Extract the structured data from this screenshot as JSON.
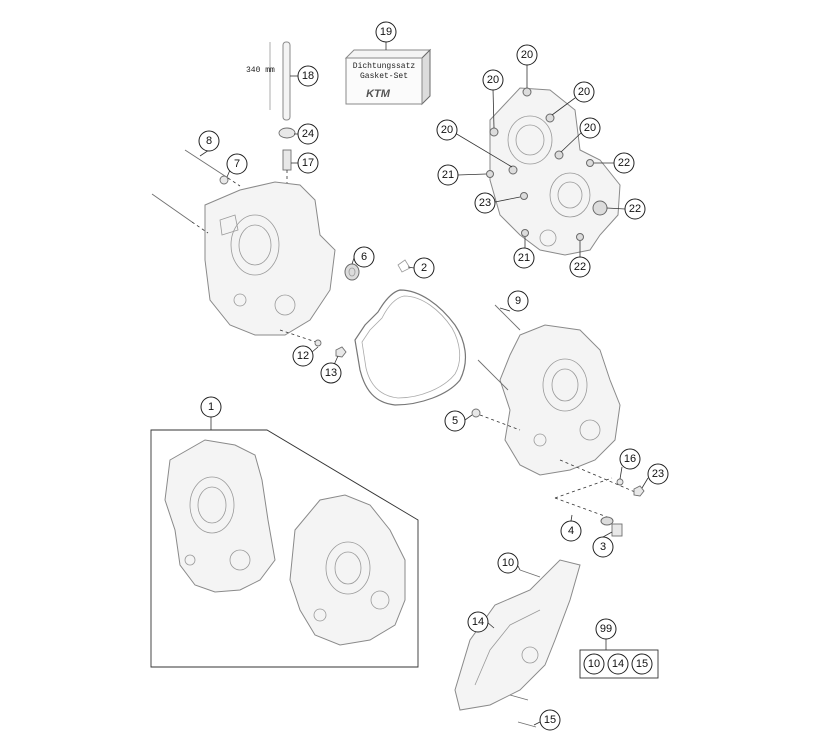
{
  "diagram": {
    "callouts": [
      {
        "id": "c-19",
        "label": "19"
      },
      {
        "id": "c-18",
        "label": "18"
      },
      {
        "id": "c-24",
        "label": "24"
      },
      {
        "id": "c-17",
        "label": "17"
      },
      {
        "id": "c-8",
        "label": "8"
      },
      {
        "id": "c-7",
        "label": "7"
      },
      {
        "id": "c-6",
        "label": "6"
      },
      {
        "id": "c-2",
        "label": "2"
      },
      {
        "id": "c-12",
        "label": "12"
      },
      {
        "id": "c-13",
        "label": "13"
      },
      {
        "id": "c-20a",
        "label": "20"
      },
      {
        "id": "c-20b",
        "label": "20"
      },
      {
        "id": "c-20c",
        "label": "20"
      },
      {
        "id": "c-20d",
        "label": "20"
      },
      {
        "id": "c-20e",
        "label": "20"
      },
      {
        "id": "c-21a",
        "label": "21"
      },
      {
        "id": "c-22a",
        "label": "22"
      },
      {
        "id": "c-23a",
        "label": "23"
      },
      {
        "id": "c-22b",
        "label": "22"
      },
      {
        "id": "c-21b",
        "label": "21"
      },
      {
        "id": "c-22c",
        "label": "22"
      },
      {
        "id": "c-9",
        "label": "9"
      },
      {
        "id": "c-1",
        "label": "1"
      },
      {
        "id": "c-5",
        "label": "5"
      },
      {
        "id": "c-16",
        "label": "16"
      },
      {
        "id": "c-23b",
        "label": "23"
      },
      {
        "id": "c-4",
        "label": "4"
      },
      {
        "id": "c-3",
        "label": "3"
      },
      {
        "id": "c-10",
        "label": "10"
      },
      {
        "id": "c-14",
        "label": "14"
      },
      {
        "id": "c-99",
        "label": "99"
      },
      {
        "id": "c-k10",
        "label": "10"
      },
      {
        "id": "c-k14",
        "label": "14"
      },
      {
        "id": "c-k15",
        "label": "15"
      },
      {
        "id": "c-15",
        "label": "15"
      }
    ],
    "dimension_label": "340 mm",
    "gasket_box": {
      "line1": "Dichtungssatz",
      "line2": "Gasket-Set",
      "logo": "KTM"
    }
  }
}
